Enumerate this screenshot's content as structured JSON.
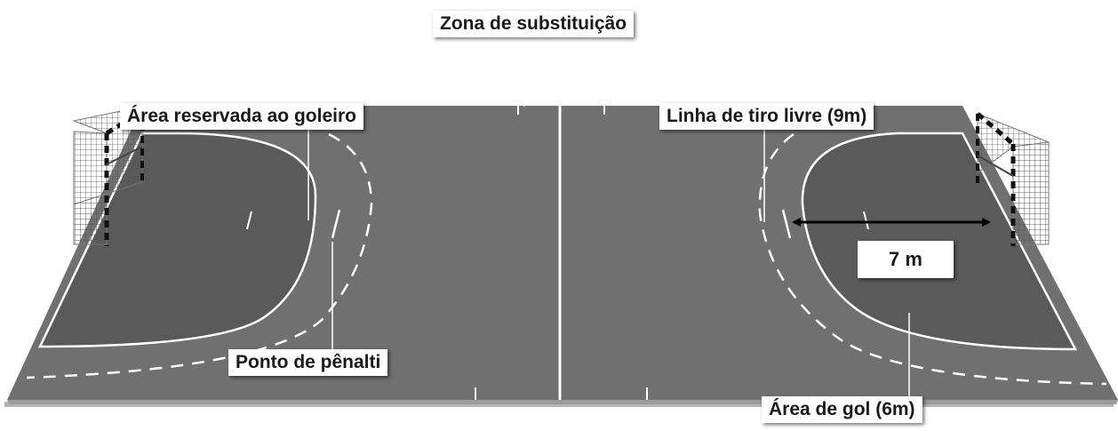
{
  "labels": {
    "substitution_zone": "Zona de substituição",
    "goalkeeper_area": "Área reservada ao goleiro",
    "free_throw_line": "Linha de tiro livre (9m)",
    "penalty_point": "Ponto de pênalti",
    "goal_area": "Área de gol (6m)",
    "seven_meters": "7 m"
  },
  "colors": {
    "court": "#707070",
    "goal_area": "#5a5a5a",
    "lines": "#ffffff",
    "ground_line": "#b5b5b5"
  },
  "icons": {
    "left_goal": "handball-goal-net",
    "right_goal": "handball-goal-net",
    "measure": "double-arrow"
  }
}
